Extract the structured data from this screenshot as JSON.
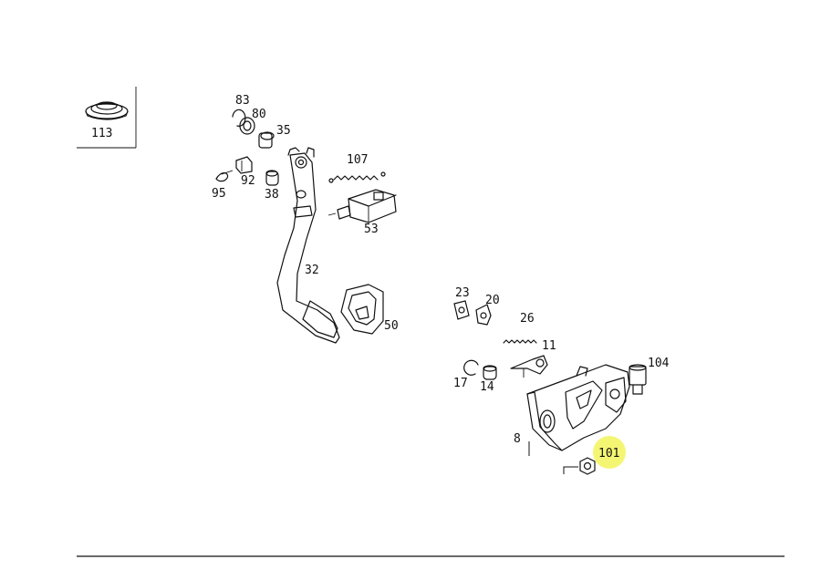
{
  "labels": {
    "p113": "113",
    "p83": "83",
    "p80": "80",
    "p35": "35",
    "p107": "107",
    "p95": "95",
    "p92": "92",
    "p38": "38",
    "p53": "53",
    "p32": "32",
    "p50": "50",
    "p23": "23",
    "p20": "20",
    "p26": "26",
    "p11": "11",
    "p104": "104",
    "p17": "17",
    "p14": "14",
    "p8": "8",
    "p101": "101"
  },
  "colors": {
    "highlight": "#f2f55a",
    "line": "#111111",
    "background": "#ffffff"
  }
}
